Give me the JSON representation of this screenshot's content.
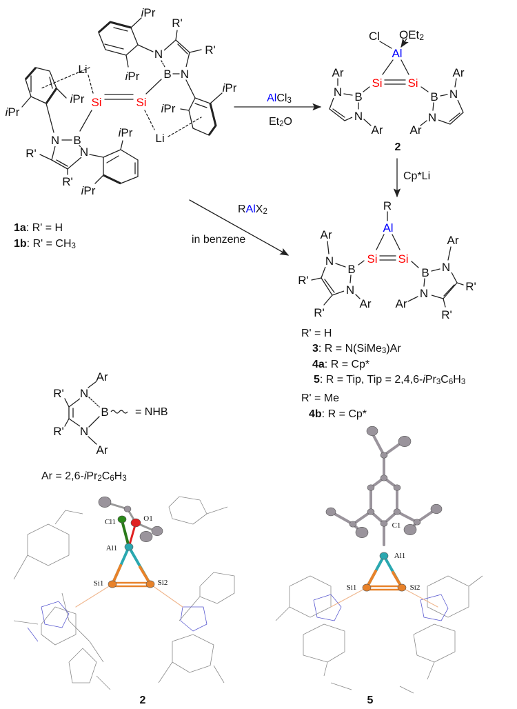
{
  "atoms": {
    "Si": "Si",
    "Li": "Li",
    "N": "N",
    "B": "B",
    "Al": "Al",
    "Cl": "Cl",
    "Rp": "R'",
    "R": "R",
    "Ar": "Ar",
    "i": "i",
    "Pr": "Pr",
    "O": "O",
    "Et": "Et",
    "two": "2"
  },
  "reactions": {
    "step1": {
      "reagent_al": "Al",
      "reagent_cl": "Cl",
      "reagent_sub": "3",
      "solvent_et": "Et",
      "solvent_sub": "2",
      "solvent_o": "O"
    },
    "step2": {
      "reagent": "Cp*Li"
    },
    "step3": {
      "r": "R",
      "al": "Al",
      "x": "X",
      "sub": "2",
      "solvent": "in benzene"
    }
  },
  "compounds": {
    "c1a": {
      "id": "1a",
      "text": ": R' = H"
    },
    "c1b": {
      "id": "1b",
      "text": ": R' = CH",
      "sub": "3"
    },
    "c2": {
      "id": "2"
    }
  },
  "legend": [
    {
      "text": "R' = H"
    },
    {
      "id": "3",
      "pre": ": R = N(SiMe",
      "sub": "3",
      "post": ")Ar"
    },
    {
      "id": "4a",
      "text": ": R = Cp*"
    },
    {
      "id": "5",
      "pre": ": R = Tip, Tip = 2,4,6-",
      "i": "i",
      "mid": "Pr",
      "sub1": "3",
      "c": "C",
      "sub2": "6",
      "h": "H",
      "sub3": "3"
    },
    {
      "text": "R' = Me"
    },
    {
      "id": "4b",
      "text": ": R = Cp*"
    }
  ],
  "nhb": {
    "eq": "= NHB",
    "def_pre": "Ar = 2,6-",
    "def_i": "i",
    "def_pr": "Pr",
    "def_sub1": "2",
    "def_c": "C",
    "def_sub2": "6",
    "def_h": "H",
    "def_sub3": "3"
  },
  "crystal": {
    "s2": {
      "label": "2",
      "Cl1": "Cl1",
      "O1": "O1",
      "Al1": "Al1",
      "Si1": "Si1",
      "Si2": "Si2"
    },
    "s5": {
      "label": "5",
      "C1": "C1",
      "Al1": "Al1",
      "Si1": "Si1",
      "Si2": "Si2"
    }
  },
  "colors": {
    "si": "#ff0000",
    "al": "#0000ff",
    "ball_al": "#2aa8b0",
    "ball_si": "#e8822a",
    "ball_cl": "#2a8a1a",
    "ball_o": "#e02020",
    "ball_c": "#9a949c"
  }
}
